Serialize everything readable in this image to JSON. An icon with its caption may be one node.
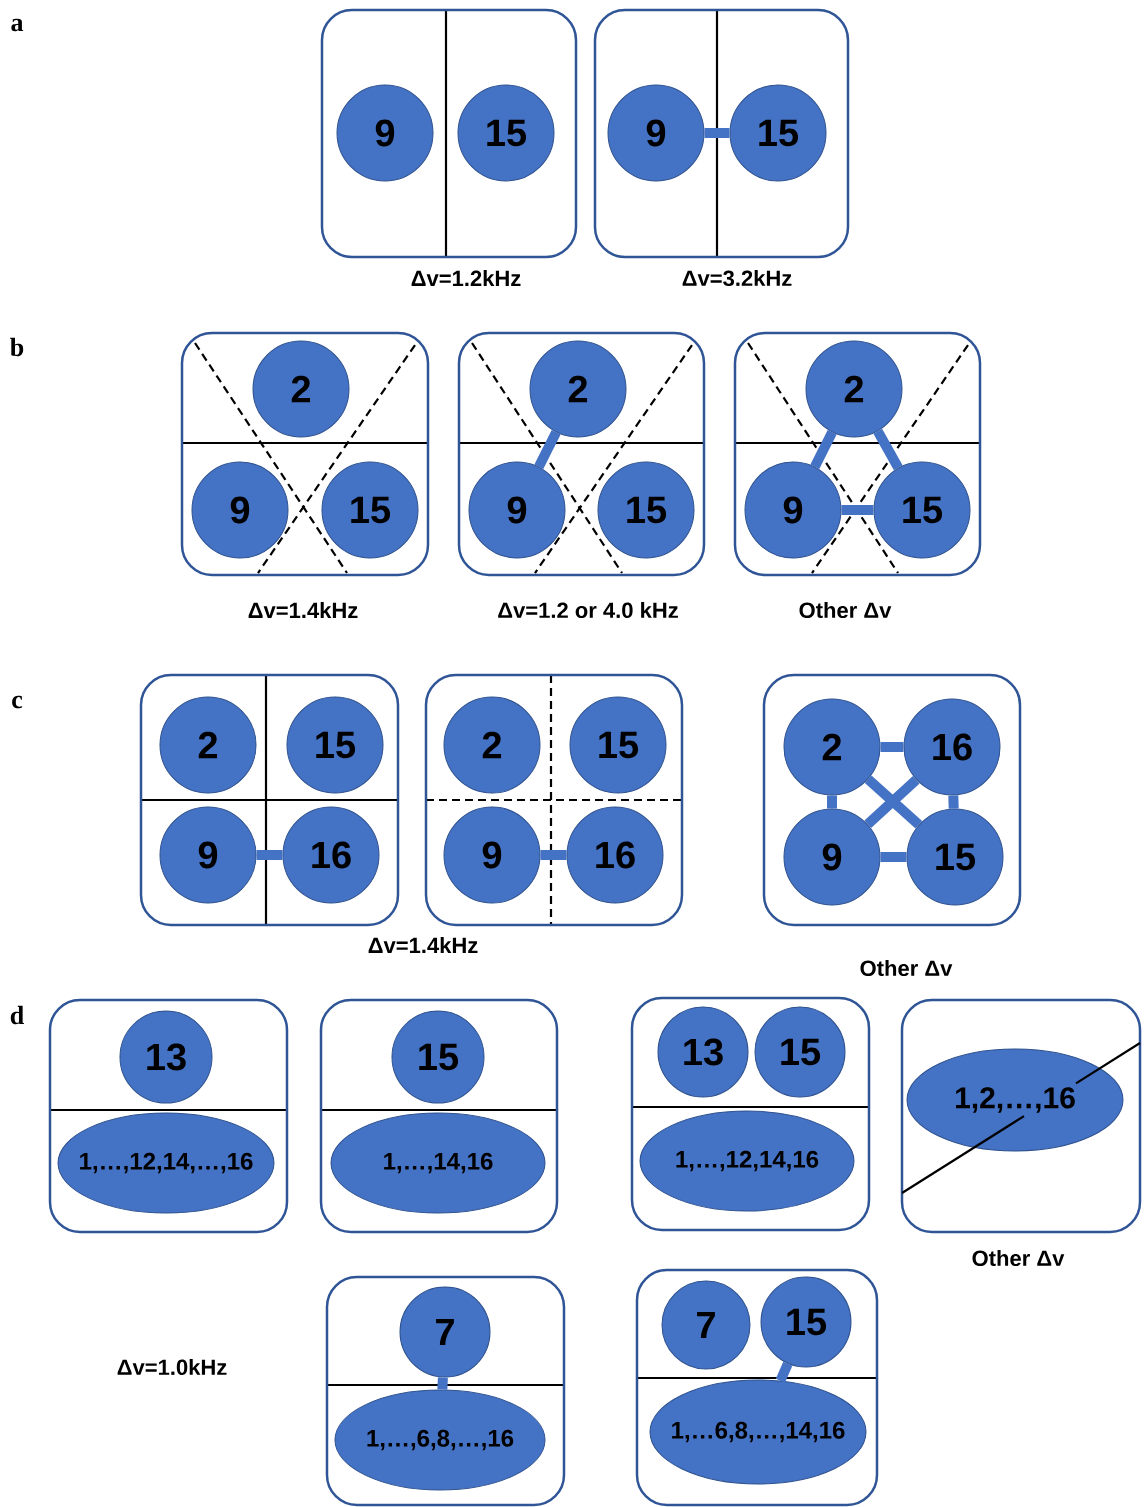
{
  "diagram": {
    "nodes": [
      {
        "text": [],
        "shape": "box"
      },
      {
        "text": [
          "9"
        ],
        "in": 0
      },
      {
        "text": [
          "15"
        ],
        "in": 0
      },
      {
        "text": [],
        "shape": "box"
      },
      {
        "text": [
          "9"
        ],
        "in": 3
      },
      {
        "text": [
          "15"
        ],
        "in": 3
      },
      {
        "text": [],
        "shape": "box"
      },
      {
        "text": [
          "2"
        ],
        "in": 6
      },
      {
        "text": [
          "9"
        ],
        "in": 6
      },
      {
        "text": [
          "15"
        ],
        "in": 6
      },
      {
        "text": [],
        "shape": "box"
      },
      {
        "text": [
          "2"
        ],
        "in": 10
      },
      {
        "text": [
          "9"
        ],
        "in": 10
      },
      {
        "text": [
          "15"
        ],
        "in": 10
      },
      {
        "text": [],
        "shape": "box"
      },
      {
        "text": [
          "2"
        ],
        "in": 14
      },
      {
        "text": [
          "9"
        ],
        "in": 14
      },
      {
        "text": [
          "15"
        ],
        "in": 14
      },
      {
        "text": [],
        "shape": "box"
      },
      {
        "text": [
          "2"
        ],
        "in": 18
      },
      {
        "text": [
          "15"
        ],
        "in": 18
      },
      {
        "text": [
          "9"
        ],
        "in": 18
      },
      {
        "text": [
          "16"
        ],
        "in": 18
      },
      {
        "text": [],
        "shape": "box"
      },
      {
        "text": [
          "2"
        ],
        "in": 23
      },
      {
        "text": [
          "15"
        ],
        "in": 23
      },
      {
        "text": [
          "9"
        ],
        "in": 23
      },
      {
        "text": [
          "16"
        ],
        "in": 23
      },
      {
        "text": [],
        "shape": "box"
      },
      {
        "text": [
          "2"
        ],
        "in": 28
      },
      {
        "text": [
          "16"
        ],
        "in": 28
      },
      {
        "text": [
          "9"
        ],
        "in": 28
      },
      {
        "text": [
          "15"
        ],
        "in": 28
      },
      {
        "text": [],
        "shape": "box"
      },
      {
        "text": [
          "13"
        ],
        "in": 33
      },
      {
        "text": [
          "1,…,12,14,…,16"
        ],
        "in": 33
      },
      {
        "text": [],
        "shape": "box"
      },
      {
        "text": [
          "15"
        ],
        "in": 36
      },
      {
        "text": [
          "1,…,14,16"
        ],
        "in": 36
      },
      {
        "text": [],
        "shape": "box"
      },
      {
        "text": [
          "13"
        ],
        "in": 39
      },
      {
        "text": [
          "15"
        ],
        "in": 39
      },
      {
        "text": [
          "1,…,12,14,16"
        ],
        "in": 39
      },
      {
        "text": [],
        "shape": "box"
      },
      {
        "text": [
          "1,2,…,16"
        ],
        "in": 43
      },
      {
        "text": [],
        "shape": "box"
      },
      {
        "text": [
          "7"
        ],
        "in": 45
      },
      {
        "text": [
          "1,…,6,8,…,16"
        ],
        "in": 45
      },
      {
        "text": [],
        "shape": "box"
      },
      {
        "text": [
          "7"
        ],
        "in": 48
      },
      {
        "text": [
          "15"
        ],
        "in": 48
      },
      {
        "text": [
          "1,…6,8,…,14,16"
        ],
        "in": 48
      }
    ],
    "edges": [
      {
        "from": 4,
        "to": 5,
        "arrow": "none"
      },
      {
        "from": 11,
        "to": 12,
        "arrow": "none"
      },
      {
        "from": 15,
        "to": 16,
        "arrow": "none"
      },
      {
        "from": 15,
        "to": 17,
        "arrow": "none"
      },
      {
        "from": 16,
        "to": 17,
        "arrow": "none"
      },
      {
        "from": 21,
        "to": 22,
        "arrow": "none"
      },
      {
        "from": 26,
        "to": 27,
        "arrow": "none"
      },
      {
        "from": 29,
        "to": 30,
        "arrow": "none"
      },
      {
        "from": 29,
        "to": 31,
        "arrow": "none"
      },
      {
        "from": 30,
        "to": 32,
        "arrow": "none"
      },
      {
        "from": 31,
        "to": 32,
        "arrow": "none"
      },
      {
        "from": 29,
        "to": 32,
        "arrow": "none"
      },
      {
        "from": 30,
        "to": 31,
        "arrow": "none"
      },
      {
        "from": 46,
        "to": 47,
        "arrow": "none"
      },
      {
        "from": 50,
        "to": 51,
        "arrow": "none"
      }
    ],
    "labels": [
      "a",
      "Δv=1.2kHz",
      "Δv=3.2kHz",
      "b",
      "Δv=1.4kHz",
      "Δv=1.2 or 4.0 kHz",
      "Other Δv",
      "c",
      "Δv=1.4kHz",
      "Other Δv",
      "d",
      "Other Δv",
      "Δv=1.0kHz"
    ]
  }
}
